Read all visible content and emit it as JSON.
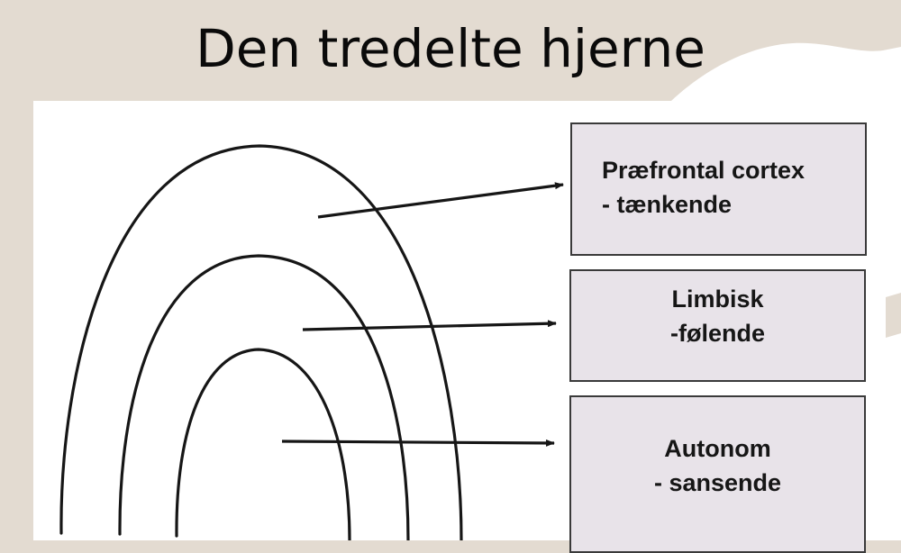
{
  "slide": {
    "title": "Den tredelte hjerne",
    "colors": {
      "background": "#e3dbd1",
      "panel": "#ffffff",
      "box_fill": "#e8e3e9",
      "box_border": "#3a3a3a",
      "line": "#161616"
    }
  },
  "diagram": {
    "layers": [
      {
        "id": "outer",
        "name": "Præfrontal cortex",
        "descriptor": "- tænkende",
        "line1": "Præfrontal cortex",
        "line2": "- tænkende"
      },
      {
        "id": "middle",
        "name": "Limbisk",
        "descriptor": "-følende",
        "line1": "Limbisk",
        "line2": "-følende"
      },
      {
        "id": "inner",
        "name": "Autonom",
        "descriptor": "- sansende",
        "line1": "Autonom",
        "line2": "- sansende"
      }
    ],
    "arcs": [
      "outer-arc",
      "middle-arc",
      "inner-arc"
    ],
    "arrows": [
      "arrow-to-prefrontal",
      "arrow-to-limbic",
      "arrow-to-autonomic"
    ]
  }
}
